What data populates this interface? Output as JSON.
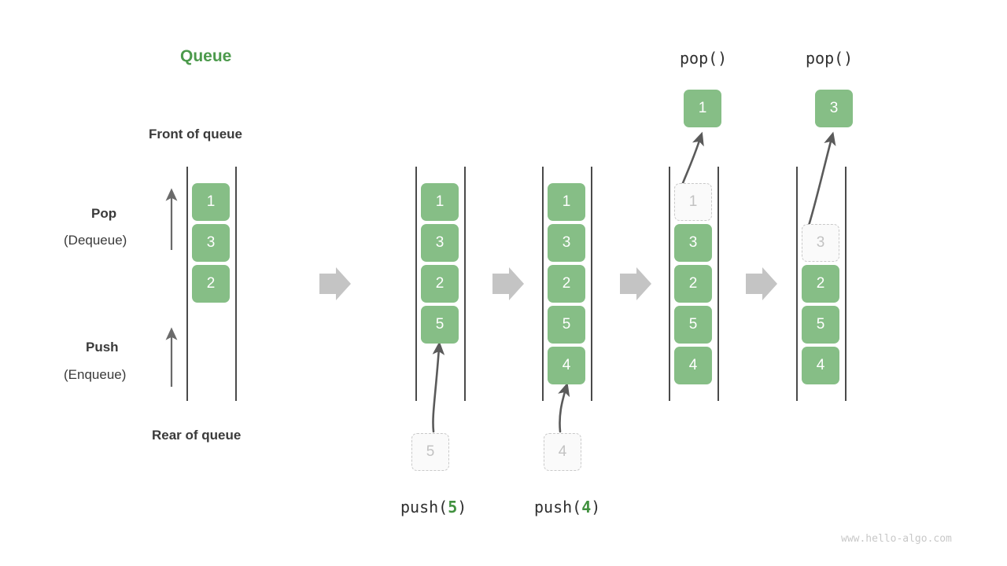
{
  "title": "Queue",
  "labels": {
    "front_of_queue": "Front of queue",
    "rear_of_queue": "Rear of queue",
    "pop_bold": "Pop",
    "pop_paren": "(Dequeue)",
    "push_bold": "Push",
    "push_paren": "(Enqueue)"
  },
  "operations": {
    "push5_prefix": "push(",
    "push5_arg": "5",
    "push5_suffix": ")",
    "push4_prefix": "push(",
    "push4_arg": "4",
    "push4_suffix": ")",
    "pop1": "pop()",
    "pop2": "pop()"
  },
  "colors": {
    "accent_green": "#4c9a4c",
    "cell_green": "#86be86",
    "ghost_fill": "#fafafa",
    "ghost_border": "#c9c9c9",
    "ghost_text": "#c2c2c2",
    "rail": "#4a4a4a",
    "arrow_gray": "#c4c4c4",
    "curve_arrow": "#5a5a5a",
    "text_dark": "#3a3a3a",
    "watermark": "#c8c8c8"
  },
  "columns": [
    {
      "name": "initial",
      "cells": [
        {
          "value": "1",
          "ghost": false
        },
        {
          "value": "3",
          "ghost": false
        },
        {
          "value": "2",
          "ghost": false
        }
      ]
    },
    {
      "name": "after-push-5",
      "cells": [
        {
          "value": "1",
          "ghost": false
        },
        {
          "value": "3",
          "ghost": false
        },
        {
          "value": "2",
          "ghost": false
        },
        {
          "value": "5",
          "ghost": false
        }
      ],
      "incoming": {
        "value": "5",
        "ghost": true
      }
    },
    {
      "name": "after-push-4",
      "cells": [
        {
          "value": "1",
          "ghost": false
        },
        {
          "value": "3",
          "ghost": false
        },
        {
          "value": "2",
          "ghost": false
        },
        {
          "value": "5",
          "ghost": false
        },
        {
          "value": "4",
          "ghost": false
        }
      ],
      "incoming": {
        "value": "4",
        "ghost": true
      }
    },
    {
      "name": "after-pop-1",
      "cells": [
        {
          "value": "1",
          "ghost": true
        },
        {
          "value": "3",
          "ghost": false
        },
        {
          "value": "2",
          "ghost": false
        },
        {
          "value": "5",
          "ghost": false
        },
        {
          "value": "4",
          "ghost": false
        }
      ],
      "popped": {
        "value": "1",
        "ghost": false
      }
    },
    {
      "name": "after-pop-3",
      "cells": [
        {
          "value": "3",
          "ghost": true
        },
        {
          "value": "2",
          "ghost": false
        },
        {
          "value": "5",
          "ghost": false
        },
        {
          "value": "4",
          "ghost": false
        }
      ],
      "popped": {
        "value": "3",
        "ghost": false
      }
    }
  ],
  "watermark": "www.hello-algo.com"
}
